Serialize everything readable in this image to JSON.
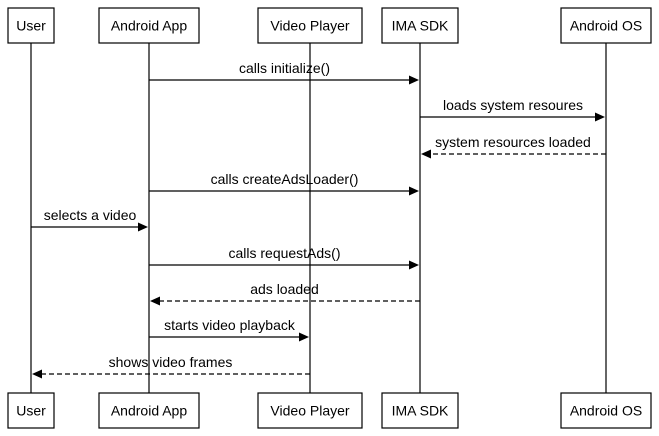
{
  "participants": [
    {
      "id": "user",
      "label": "User"
    },
    {
      "id": "app",
      "label": "Android App"
    },
    {
      "id": "player",
      "label": "Video Player"
    },
    {
      "id": "ima",
      "label": "IMA SDK"
    },
    {
      "id": "os",
      "label": "Android OS"
    }
  ],
  "messages": [
    {
      "from": "app",
      "to": "ima",
      "label": "calls initialize()",
      "style": "solid"
    },
    {
      "from": "ima",
      "to": "os",
      "label": "loads system resoures",
      "style": "solid"
    },
    {
      "from": "os",
      "to": "ima",
      "label": "system resources loaded",
      "style": "dashed"
    },
    {
      "from": "app",
      "to": "ima",
      "label": "calls createAdsLoader()",
      "style": "solid"
    },
    {
      "from": "user",
      "to": "app",
      "label": "selects a video",
      "style": "solid"
    },
    {
      "from": "app",
      "to": "ima",
      "label": "calls requestAds()",
      "style": "solid"
    },
    {
      "from": "ima",
      "to": "app",
      "label": "ads loaded",
      "style": "dashed"
    },
    {
      "from": "app",
      "to": "player",
      "label": "starts video playback",
      "style": "solid"
    },
    {
      "from": "player",
      "to": "user",
      "label": "shows video frames",
      "style": "dashed"
    }
  ]
}
